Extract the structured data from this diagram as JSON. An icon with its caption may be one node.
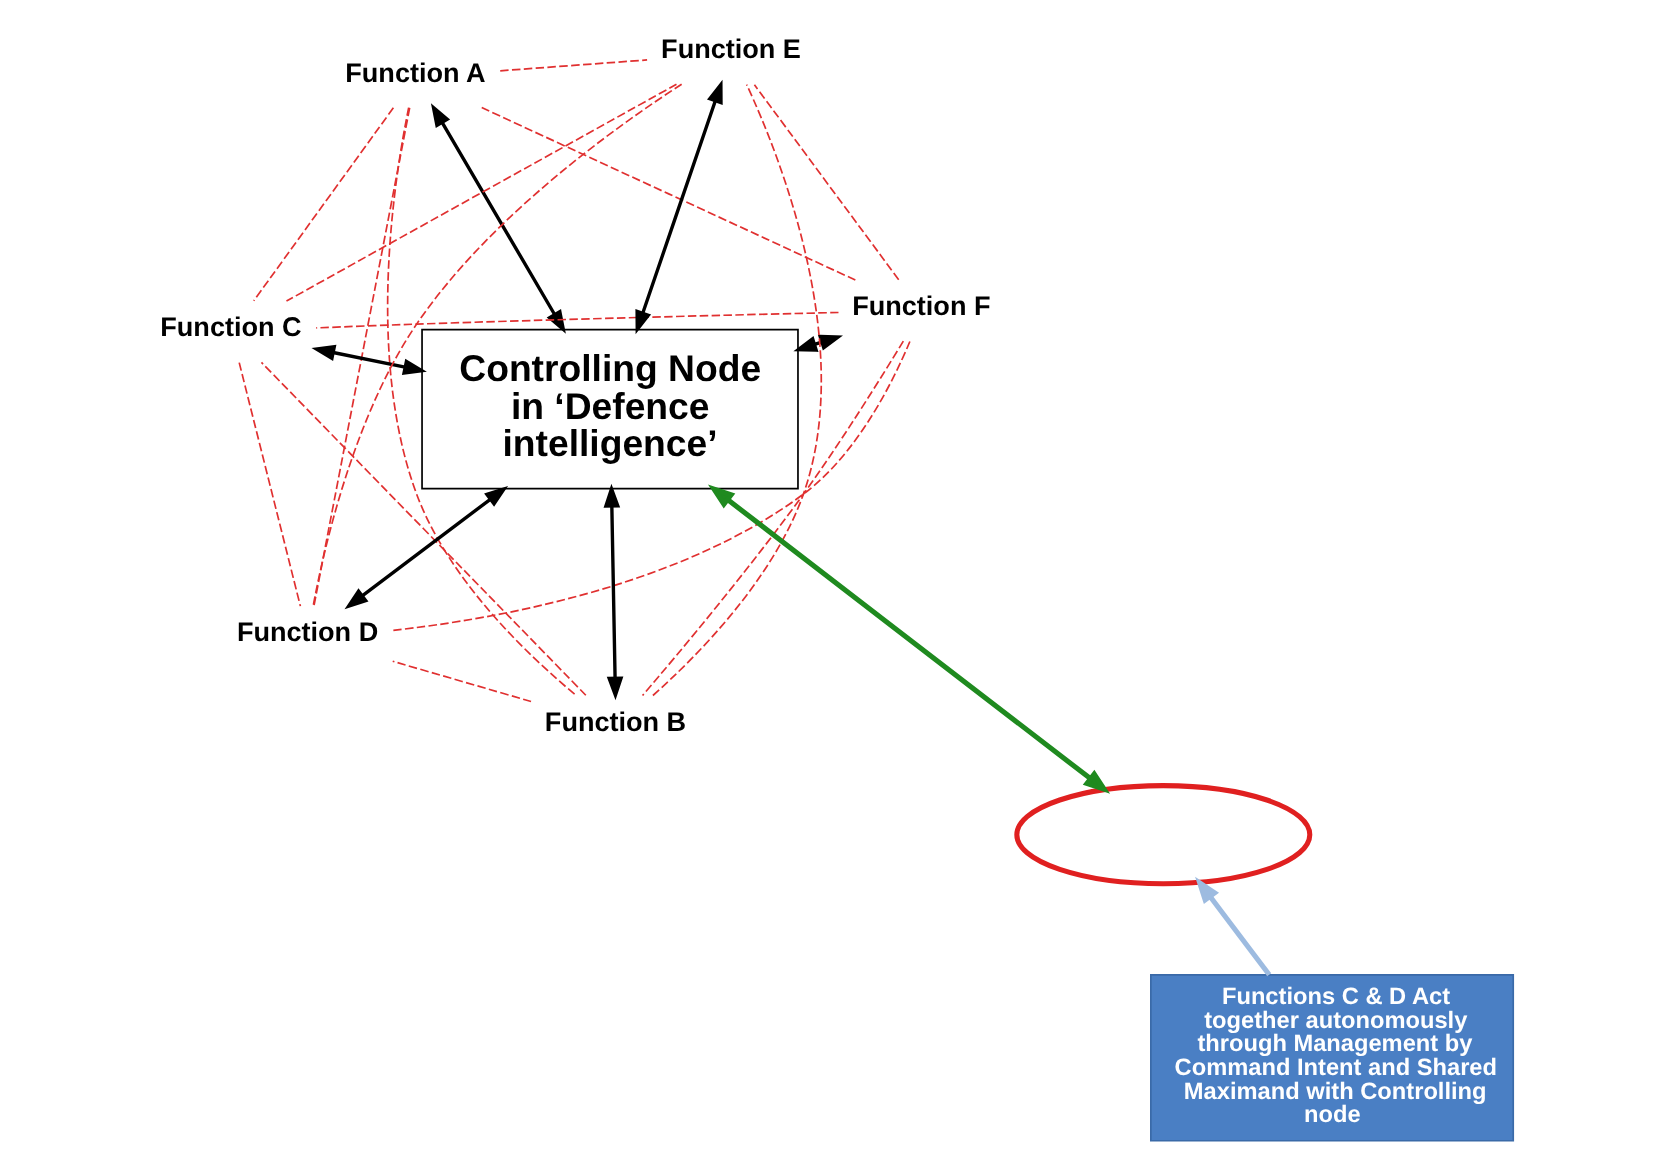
{
  "diagram": {
    "nodes": [
      {
        "text": [
          "Function A"
        ]
      },
      {
        "text": [
          "Function F"
        ]
      },
      {
        "text": [
          "Function B"
        ]
      },
      {
        "text": [
          "Controlling Node in ‘Defence intelligence’"
        ]
      },
      {
        "text": [
          "Function E"
        ]
      },
      {
        "text": [
          "Function C"
        ]
      },
      {
        "text": [
          "Function D"
        ]
      },
      {
        "text": [],
        "shape": "ellipse"
      },
      {
        "text": [
          "Functions C & D Act together autonomously through Management by Command Intent and Shared Maximand with Controlling node"
        ]
      }
    ],
    "edges": [
      {
        "from": 0,
        "to": 3,
        "arrow": "both",
        "color": "#000000"
      },
      {
        "from": 1,
        "to": 3,
        "arrow": "both",
        "color": "#000000"
      },
      {
        "from": 2,
        "to": 3,
        "arrow": "both",
        "color": "#000000"
      },
      {
        "from": 3,
        "to": 4,
        "arrow": "both",
        "color": "#000000"
      },
      {
        "from": 3,
        "to": 5,
        "arrow": "both",
        "color": "#000000"
      },
      {
        "from": 3,
        "to": 6,
        "arrow": "both",
        "color": "#000000"
      },
      {
        "from": 3,
        "to": 7,
        "arrow": "both",
        "style": "thick",
        "color": "#1f8a1f"
      },
      {
        "from": 8,
        "to": 7,
        "arrow": "to",
        "style": "thick",
        "color": "#9dbbe0"
      },
      {
        "from": 0,
        "to": 2,
        "arrow": "none",
        "style": "dashed",
        "color": "#e03030"
      },
      {
        "from": 0,
        "to": 5,
        "arrow": "none",
        "style": "dashed",
        "color": "#e03030"
      },
      {
        "from": 0,
        "to": 6,
        "arrow": "none",
        "style": "dashed",
        "color": "#e03030"
      },
      {
        "from": 0,
        "to": 4,
        "arrow": "none",
        "style": "dashed",
        "color": "#e03030"
      },
      {
        "from": 0,
        "to": 1,
        "arrow": "none",
        "style": "dashed",
        "color": "#e03030"
      },
      {
        "from": 2,
        "to": 5,
        "arrow": "none",
        "style": "dashed",
        "color": "#e03030"
      },
      {
        "from": 2,
        "to": 6,
        "arrow": "none",
        "style": "dashed",
        "color": "#e03030"
      },
      {
        "from": 2,
        "to": 4,
        "arrow": "none",
        "style": "dashed",
        "color": "#e03030"
      },
      {
        "from": 1,
        "to": 2,
        "arrow": "none",
        "style": "dashed",
        "color": "#e03030"
      },
      {
        "from": 5,
        "to": 6,
        "arrow": "none",
        "style": "dashed",
        "color": "#e03030"
      },
      {
        "from": 4,
        "to": 5,
        "arrow": "none",
        "style": "dashed",
        "color": "#e03030"
      },
      {
        "from": 1,
        "to": 5,
        "arrow": "none",
        "style": "dashed",
        "color": "#e03030"
      },
      {
        "from": 4,
        "to": 6,
        "arrow": "none",
        "style": "dashed",
        "color": "#e03030"
      },
      {
        "from": 1,
        "to": 6,
        "arrow": "none",
        "style": "dashed",
        "color": "#e03030"
      },
      {
        "from": 1,
        "to": 4,
        "arrow": "none",
        "style": "dashed",
        "color": "#e03030"
      }
    ]
  }
}
